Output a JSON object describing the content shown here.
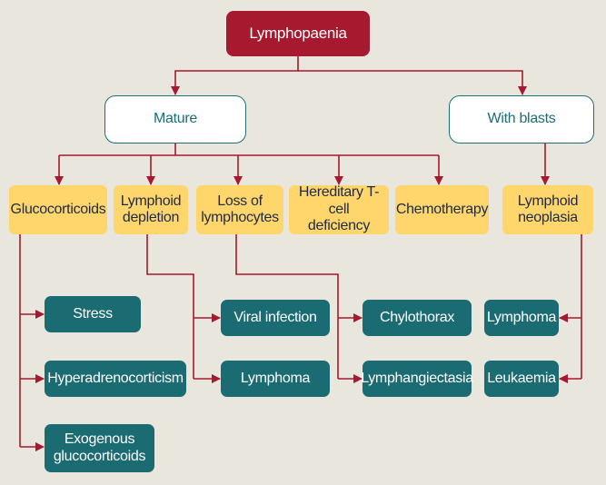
{
  "diagram": {
    "colors": {
      "background": "#e9e6dd",
      "root_fill": "#a6192e",
      "category_border": "#1a6f78",
      "cause_fill": "#ffd66b",
      "leaf_fill": "#1b6b73",
      "connector": "#a6192e"
    },
    "root": "Lymphopaenia",
    "categories": {
      "mature": "Mature",
      "blasts": "With blasts"
    },
    "causes": {
      "glucocorticoids": "Glucocorticoids",
      "lymphoid_depletion": "Lymphoid\ndepletion",
      "loss_of_lymphocytes": "Loss of\nlymphocytes",
      "hereditary": "Hereditary T-cell\ndeficiency",
      "chemotherapy": "Chemotherapy",
      "lymphoid_neoplasia": "Lymphoid\nneoplasia"
    },
    "leaves": {
      "stress": "Stress",
      "hyperadrenocorticism": "Hyperadrenocorticism",
      "exogenous": "Exogenous\nglucocorticoids",
      "viral_infection": "Viral infection",
      "lymphoma_depletion": "Lymphoma",
      "chylothorax": "Chylothorax",
      "lymphangiectasia": "Lymphangiectasia",
      "lymphoma_neoplasia": "Lymphoma",
      "leukaemia": "Leukaemia"
    }
  }
}
